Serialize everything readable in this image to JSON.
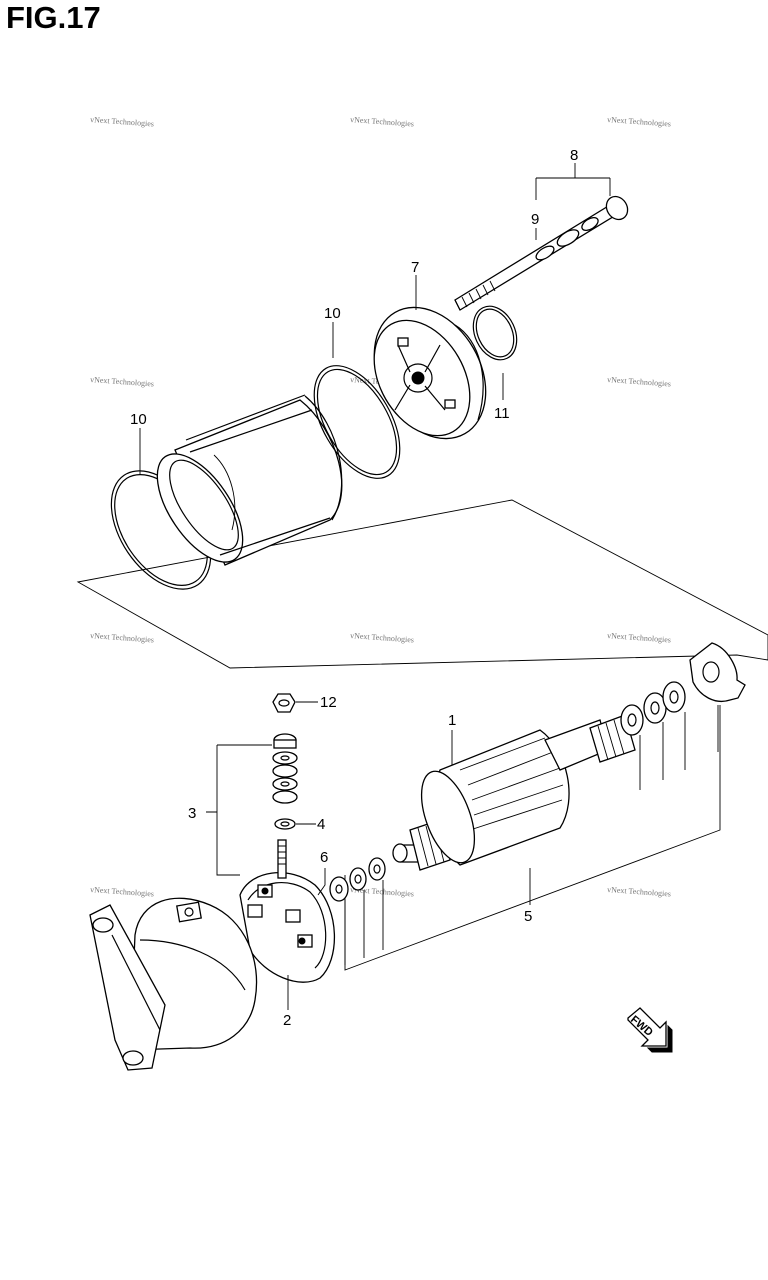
{
  "figure": {
    "title": "FIG.17"
  },
  "callouts": [
    "1",
    "2",
    "3",
    "4",
    "5",
    "6",
    "7",
    "8",
    "9",
    "10",
    "10",
    "11",
    "12"
  ],
  "watermark": {
    "text": "vNext Technologies"
  },
  "direction_badge": {
    "label": "FWD"
  },
  "colors": {
    "ink": "#000000",
    "background": "#ffffff",
    "watermark": "#777777"
  }
}
